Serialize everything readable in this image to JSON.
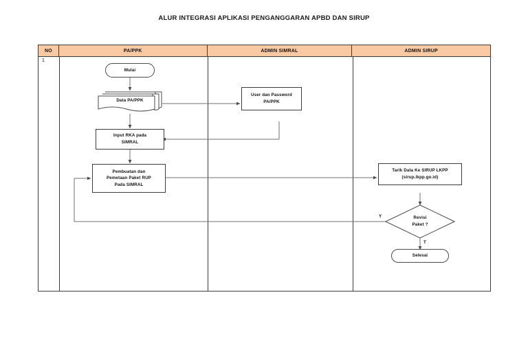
{
  "page": {
    "title": "ALUR INTEGRASI APLIKASI PENGANGGARAN APBD DAN SIRUP",
    "background": "#ffffff"
  },
  "table": {
    "header_fill": "#f9c9a3",
    "border_color": "#3a3a3a",
    "columns": [
      {
        "key": "no",
        "label": "NO"
      },
      {
        "key": "pappk",
        "label": "PA/PPK"
      },
      {
        "key": "simral",
        "label": "ADMIN SIMRAL"
      },
      {
        "key": "sirup",
        "label": "ADMIN SIRUP"
      }
    ],
    "rows": [
      {
        "no": "1"
      }
    ]
  },
  "flow": {
    "nodes": [
      {
        "id": "mulai",
        "shape": "terminal",
        "column": "pappk",
        "label": "Mulai"
      },
      {
        "id": "data-pappk",
        "shape": "document-stack",
        "column": "pappk",
        "label": "Data PA/PPK"
      },
      {
        "id": "input-rka",
        "shape": "process",
        "column": "pappk",
        "label": "Input RKA pada SIMRAL",
        "line1": "Input RKA pada",
        "line2": "SIMRAL"
      },
      {
        "id": "pembuatan",
        "shape": "process",
        "column": "pappk",
        "label": "Pembuatan dan Pemetaan Paket RUP Pada SIMRAL",
        "line1": "Pembuatan dan",
        "line2": "Pemetaan Paket RUP",
        "line3": "Pada SIMRAL"
      },
      {
        "id": "user-pass",
        "shape": "process",
        "column": "simral",
        "label": "User dan Password PA/PPK",
        "line1": "User dan Password",
        "line2": "PA/PPK"
      },
      {
        "id": "tarik-data",
        "shape": "process",
        "column": "sirup",
        "label": "Tarik Data Ke SIRUP LKPP (sirup.lkpp.go.id)",
        "line1": "Tarik Data Ke SIRUP LKPP",
        "line2": "(sirup.lkpp.go.id)"
      },
      {
        "id": "revisi",
        "shape": "decision",
        "column": "sirup",
        "label": "Revisi Paket ?",
        "line1": "Revisi",
        "line2": "Paket ?"
      },
      {
        "id": "selesai",
        "shape": "terminal",
        "column": "sirup",
        "label": "Selesai"
      }
    ],
    "branch_labels": [
      {
        "id": "branch-yes",
        "label": "Y",
        "from": "revisi",
        "to": "pembuatan"
      },
      {
        "id": "branch-no",
        "label": "T",
        "from": "revisi",
        "to": "selesai"
      }
    ],
    "edges": [
      {
        "from": "mulai",
        "to": "data-pappk"
      },
      {
        "from": "data-pappk",
        "to": "user-pass"
      },
      {
        "from": "user-pass",
        "to": "input-rka"
      },
      {
        "from": "data-pappk",
        "to": "input-rka"
      },
      {
        "from": "input-rka",
        "to": "pembuatan"
      },
      {
        "from": "pembuatan",
        "to": "tarik-data"
      },
      {
        "from": "tarik-data",
        "to": "revisi"
      },
      {
        "from": "revisi",
        "to": "selesai"
      },
      {
        "from": "revisi",
        "to": "pembuatan"
      }
    ]
  }
}
